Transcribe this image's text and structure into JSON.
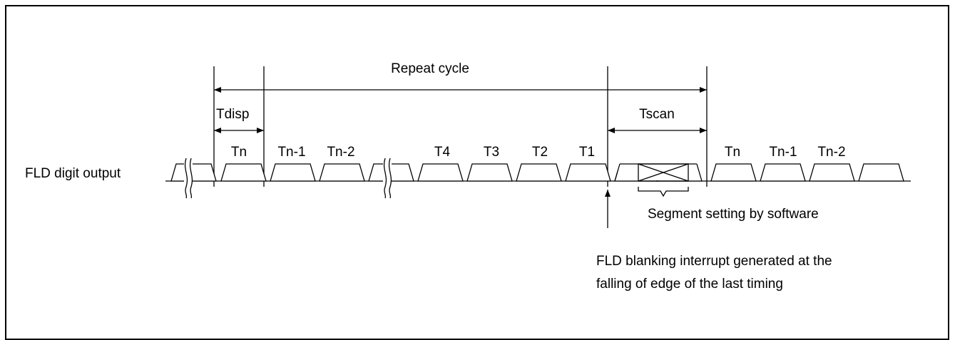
{
  "diagram": {
    "repeat_cycle_label": "Repeat cycle",
    "tdisp_label": "Tdisp",
    "tscan_label": "Tscan",
    "signal_label": "FLD digit output",
    "digit_labels": [
      "Tn",
      "Tn-1",
      "Tn-2",
      "T4",
      "T3",
      "T2",
      "T1",
      "Tn",
      "Tn-1",
      "Tn-2"
    ],
    "segment_note": "Segment setting by software",
    "interrupt_note_line1": "FLD blanking interrupt generated at the",
    "interrupt_note_line2": "falling of edge of the last timing"
  }
}
